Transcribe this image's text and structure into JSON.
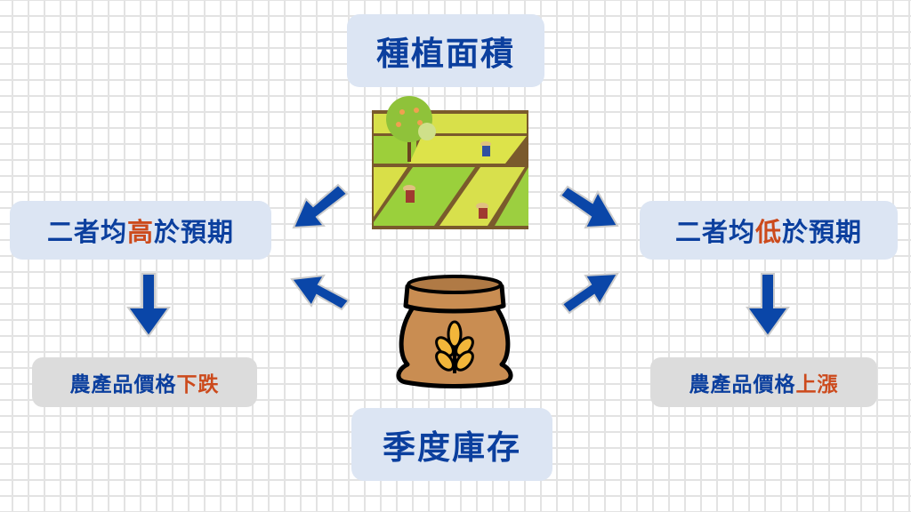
{
  "diagram": {
    "planting_area": {
      "label": "種植面積"
    },
    "seasonal_stock": {
      "label": "季度庫存"
    },
    "both_higher": {
      "prefix": "二者均",
      "highlight": "高",
      "suffix": "於預期"
    },
    "both_lower": {
      "prefix": "二者均",
      "highlight": "低",
      "suffix": "於預期"
    },
    "price_down": {
      "prefix": "農產品價格",
      "highlight": "下跌"
    },
    "price_up": {
      "prefix": "農產品價格",
      "highlight": "上漲"
    },
    "images": {
      "farm": "rice-paddy-farmers-illustration",
      "sack": "grain-sack-wheat-icon"
    },
    "colors": {
      "primary_text": "#0b3f9e",
      "highlight_text": "#cc4a1c",
      "blue_box": "#dce5f3",
      "gray_box": "#dcdcdc",
      "arrow": "#0a46a8",
      "grid": "#e3e3e3"
    }
  }
}
